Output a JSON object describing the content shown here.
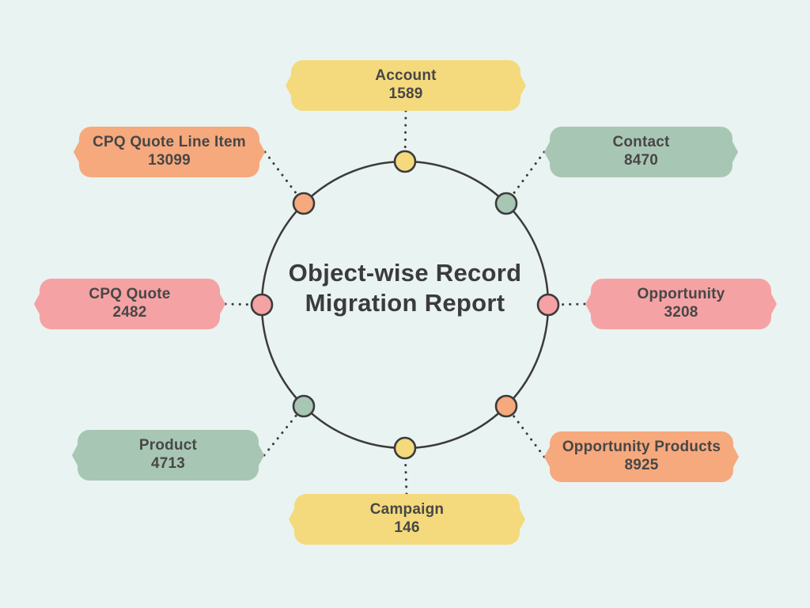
{
  "title": {
    "line1": "Object-wise Record",
    "line2": "Migration Report"
  },
  "nodes": [
    {
      "id": "account",
      "label": "Account",
      "value": "1589",
      "color": "yellow"
    },
    {
      "id": "contact",
      "label": "Contact",
      "value": "8470",
      "color": "green"
    },
    {
      "id": "opportunity",
      "label": "Opportunity",
      "value": "3208",
      "color": "pink"
    },
    {
      "id": "opportunity-products",
      "label": "Opportunity Products",
      "value": "8925",
      "color": "orange"
    },
    {
      "id": "campaign",
      "label": "Campaign",
      "value": "146",
      "color": "yellow"
    },
    {
      "id": "product",
      "label": "Product",
      "value": "4713",
      "color": "green"
    },
    {
      "id": "cpq-quote",
      "label": "CPQ Quote",
      "value": "2482",
      "color": "pink"
    },
    {
      "id": "cpq-quote-line-item",
      "label": "CPQ Quote Line Item",
      "value": "13099",
      "color": "orange"
    }
  ],
  "colors": {
    "yellow": "#F4DA7D",
    "green": "#A8C6B4",
    "pink": "#F5A2A4",
    "orange": "#F6A97D",
    "background": "#E9F3F1",
    "ink": "#3B3B3B",
    "text": "#474747"
  }
}
